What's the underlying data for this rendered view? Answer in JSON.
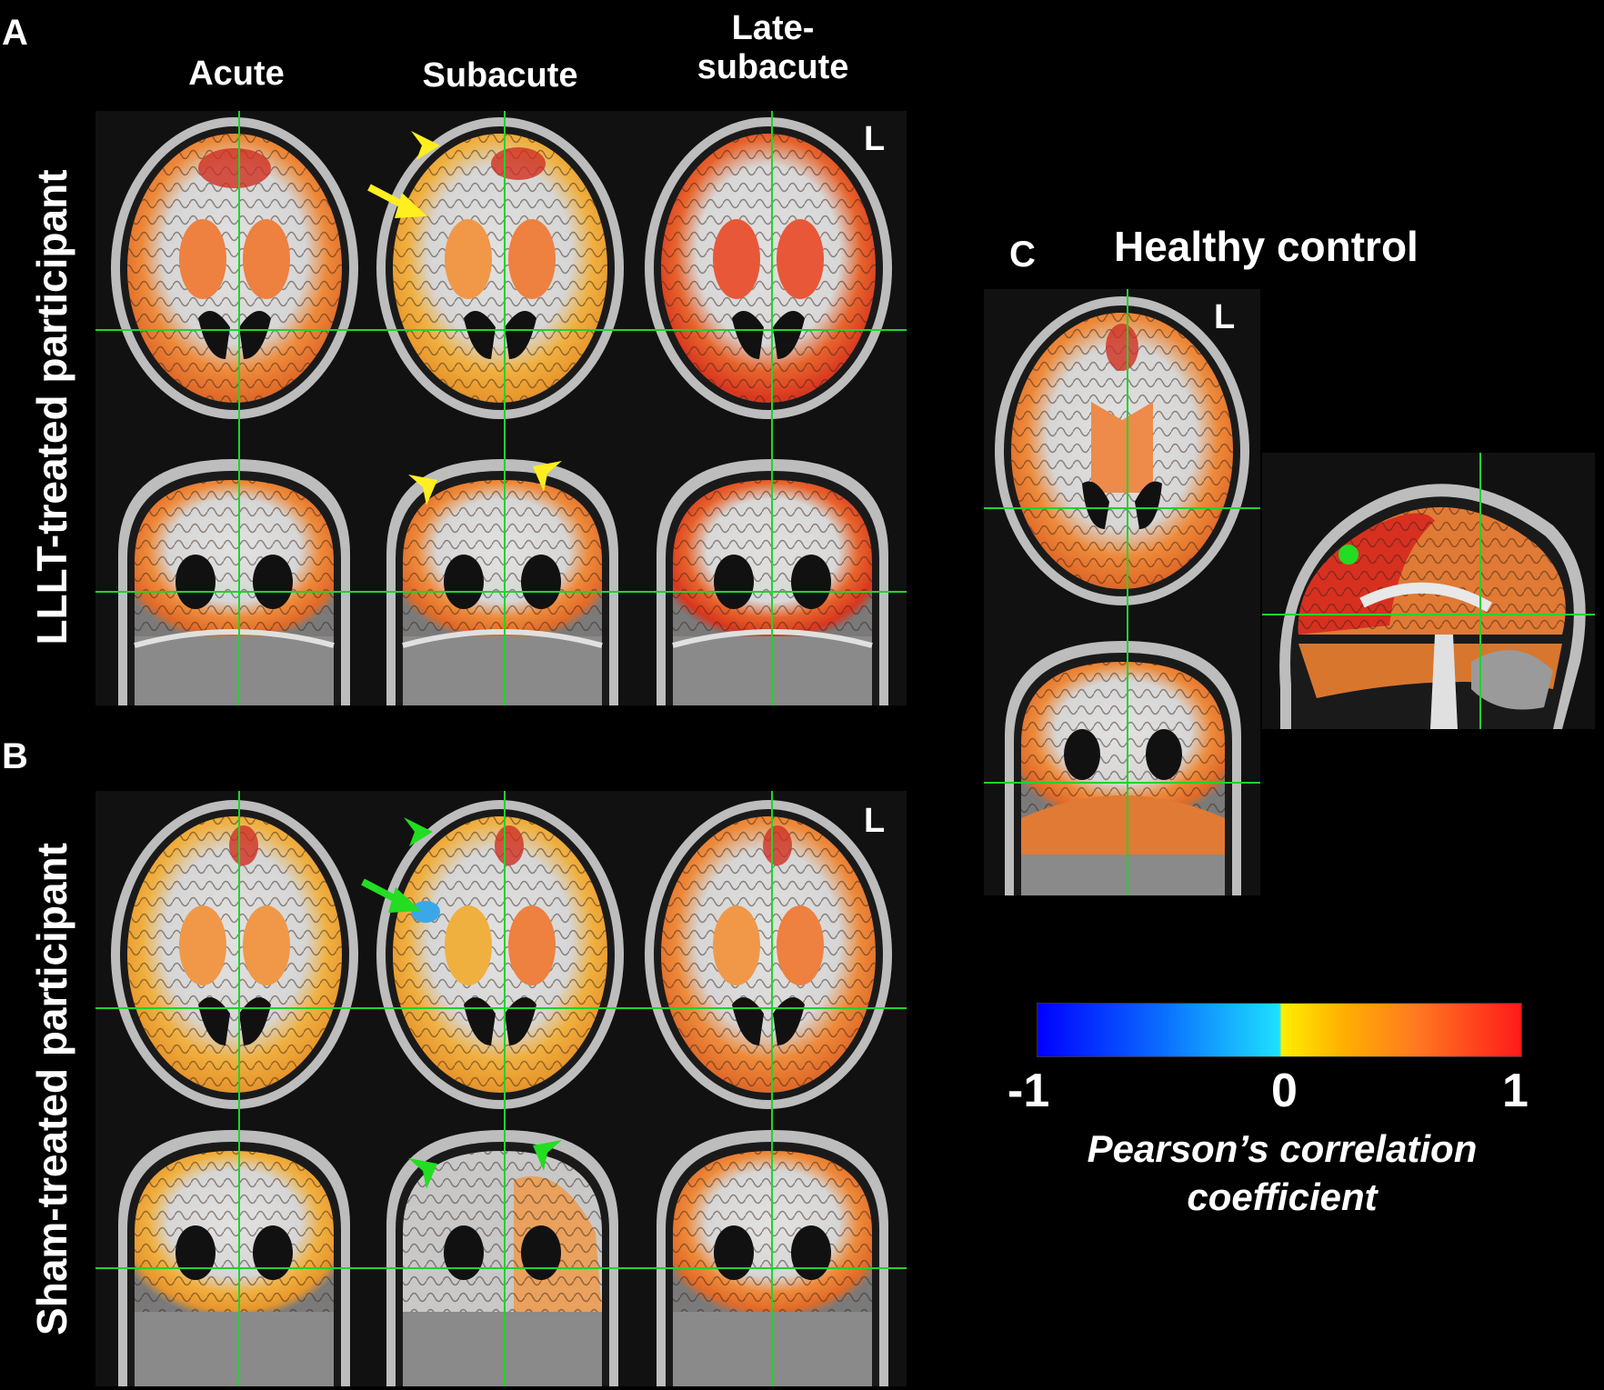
{
  "panels": {
    "a_letter": "A",
    "b_letter": "B",
    "c_letter": "C"
  },
  "columns": {
    "acute": "Acute",
    "subacute": "Subacute",
    "late_line1": "Late-",
    "late_line2": "subacute"
  },
  "rows": {
    "lllt": "LLLT-treated participant",
    "sham": "Sham-treated participant"
  },
  "orientation_marker": "L",
  "healthy_control": {
    "title": "Healthy control"
  },
  "colorbar": {
    "min_label": "-1",
    "mid_label": "0",
    "max_label": "1",
    "title_line1": "Pearson’s correlation",
    "title_line2": "coefficient",
    "colors": [
      "#0000ff",
      "#1ee0ff",
      "#ffee00",
      "#ff7a20",
      "#ff1a1a"
    ]
  },
  "annotation_colors": {
    "lllt_arrows": "#ffee20",
    "sham_arrows": "#22dd22",
    "crosshair": "#1ed42a",
    "seed_point": "#22dd22"
  }
}
